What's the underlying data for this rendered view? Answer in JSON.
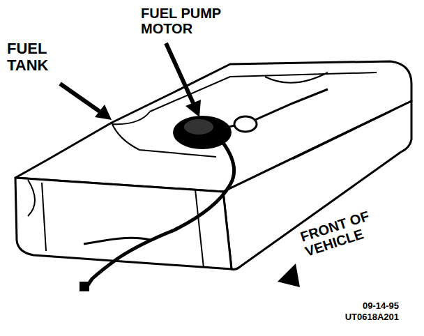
{
  "diagram": {
    "labels": [
      "FUEL TANK",
      "FUEL PUMP MOTOR",
      "FRONT OF VEHICLE",
      "09-14-95",
      "UT0618A201"
    ]
  }
}
